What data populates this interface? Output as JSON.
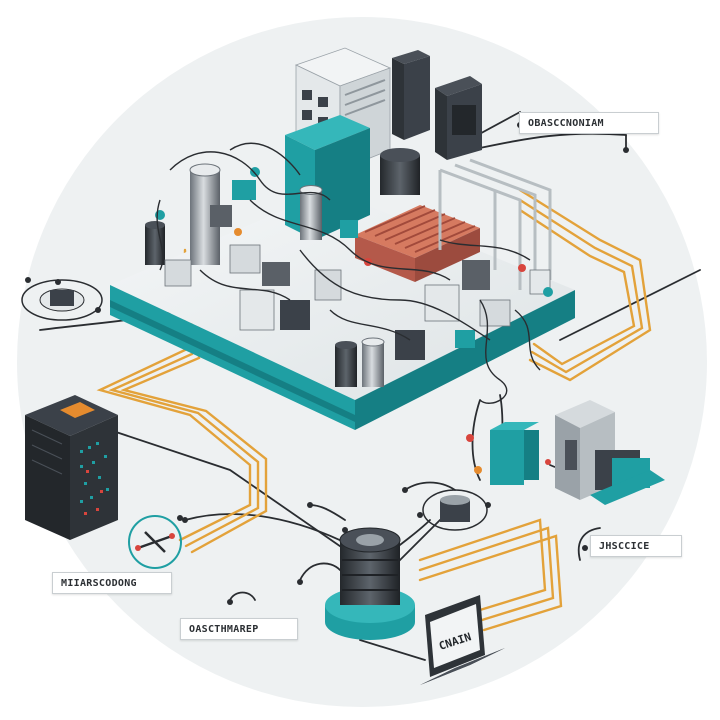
{
  "labels": {
    "top_right": "OBASCCNONIAM",
    "right": "JHSCCICE",
    "left": "MIIARSCODONG",
    "bottom": "OASCTHMAREP"
  },
  "screen_text": "CNAIN",
  "colors": {
    "teal": "#1f9fa3",
    "dark_teal": "#0f6b70",
    "orange_cable": "#e3a23a",
    "dark_cable": "#2a2d31",
    "copper": "#c96b52",
    "slate": "#3b4149",
    "circle_bg": "#eef1f2",
    "accent_red": "#d8453d",
    "accent_orange": "#e58b2e"
  }
}
